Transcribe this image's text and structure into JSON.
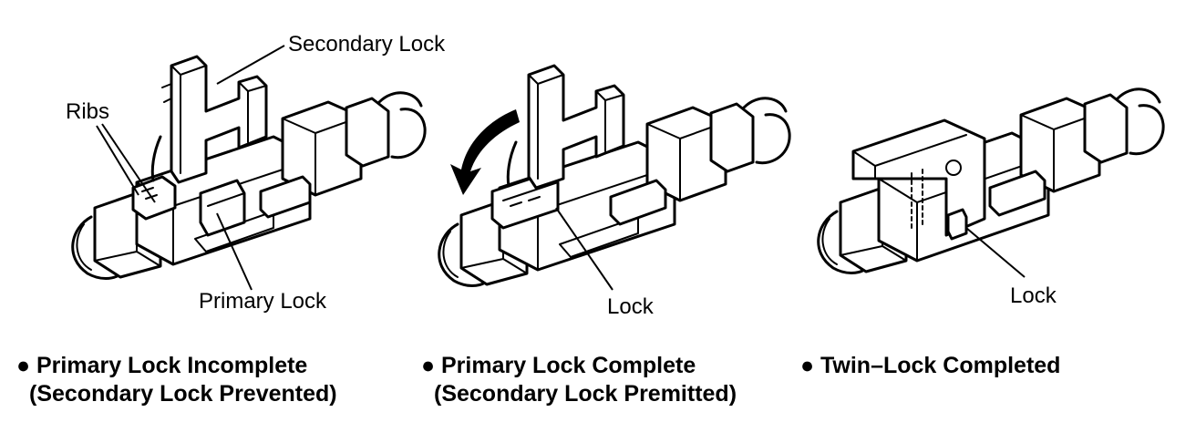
{
  "panels": [
    {
      "labels": {
        "secondary_lock": "Secondary Lock",
        "ribs": "Ribs",
        "primary_lock": "Primary Lock"
      },
      "caption": {
        "bullet": "●",
        "line1": "Primary Lock Incomplete",
        "line2": "(Secondary Lock Prevented)"
      }
    },
    {
      "labels": {
        "lock": "Lock"
      },
      "caption": {
        "bullet": "●",
        "line1": "Primary Lock Complete",
        "line2": "(Secondary Lock Premitted)"
      }
    },
    {
      "labels": {
        "lock": "Lock"
      },
      "caption": {
        "bullet": "●",
        "line1": "Twin–Lock Completed"
      }
    }
  ]
}
